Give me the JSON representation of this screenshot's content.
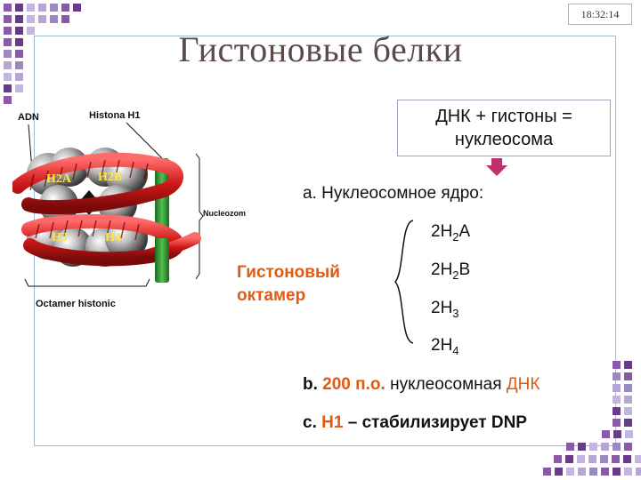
{
  "clock": "18:32:14",
  "title": "Гистоновые белки",
  "dna_box": {
    "line1": "ДНК + гистоны =",
    "line2": "нуклеосома"
  },
  "item_a": "a. Нуклеосомное ядро:",
  "octamer": {
    "line1": "Гистоновый",
    "line2": "октамер"
  },
  "formulas": [
    {
      "coef": "2H",
      "sub": "2",
      "suffix": "A"
    },
    {
      "coef": "2H",
      "sub": "2",
      "suffix": "B"
    },
    {
      "coef": "2H",
      "sub": "3",
      "suffix": ""
    },
    {
      "coef": "2H",
      "sub": "4",
      "suffix": ""
    }
  ],
  "item_b": {
    "prefix": "b.",
    "highlight": "200 п.о.",
    "rest": "нуклеосомная",
    "end": "ДНК"
  },
  "item_c": {
    "prefix": "c.",
    "highlight": "H1",
    "rest": "– стабилизирует DNP"
  },
  "diagram": {
    "label_adn": "ADN",
    "label_h1": "Histona H1",
    "label_nucleozom": "Nucleozom",
    "label_octamer": "Octamer histonic",
    "h2a": "H2A",
    "h2b": "H2B",
    "h3": "H3",
    "h4": "H4"
  },
  "colors": {
    "accent_orange": "#e05a12",
    "dna_red": "#d42020",
    "h1_green": "#2e8a2e",
    "label_yellow": "#ffe34a"
  }
}
